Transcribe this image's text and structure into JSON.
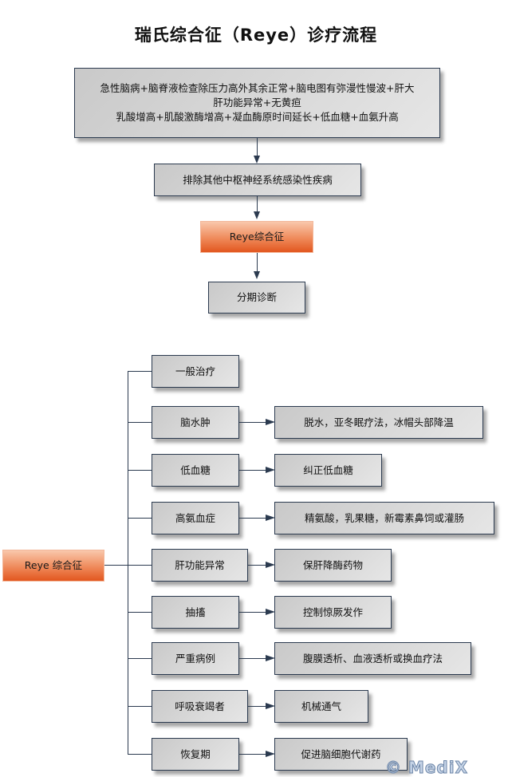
{
  "title": "瑞氏综合征（Reye）诊疗流程",
  "diagnosis_flow": {
    "criteria_lines": [
      "急性脑病+脑脊液检查除压力高外其余正常+脑电图有弥漫性慢波+肝大",
      "肝功能异常+无黄疸",
      "乳酸增高+肌酸激酶增高+凝血酶原时间延长+低血糖+血氨升高"
    ],
    "exclude": "排除其他中枢神经系统感染性疾病",
    "result": "Reye综合征",
    "staging": "分期诊断"
  },
  "treatment_tree": {
    "root": "Reye 综合征",
    "branches": [
      {
        "condition": "一般治疗",
        "treatment": null
      },
      {
        "condition": "脑水肿",
        "treatment": "脱水，亚冬眠疗法，冰帽头部降温"
      },
      {
        "condition": "低血糖",
        "treatment": "纠正低血糖"
      },
      {
        "condition": "高氨血症",
        "treatment": "精氨酸，乳果糖，新霉素鼻饲或灌肠"
      },
      {
        "condition": "肝功能异常",
        "treatment": "保肝降酶药物"
      },
      {
        "condition": "抽搐",
        "treatment": "控制惊厥发作"
      },
      {
        "condition": "严重病例",
        "treatment": "腹膜透析、血液透析或换血疗法"
      },
      {
        "condition": "呼吸衰竭者",
        "treatment": "机械通气"
      },
      {
        "condition": "恢复期",
        "treatment": "促进脑细胞代谢药"
      }
    ]
  },
  "watermark": "© MediX",
  "colors": {
    "border": "#2b3a4f",
    "box_fill": "#d9d9d9",
    "highlight": "#e2561f"
  }
}
